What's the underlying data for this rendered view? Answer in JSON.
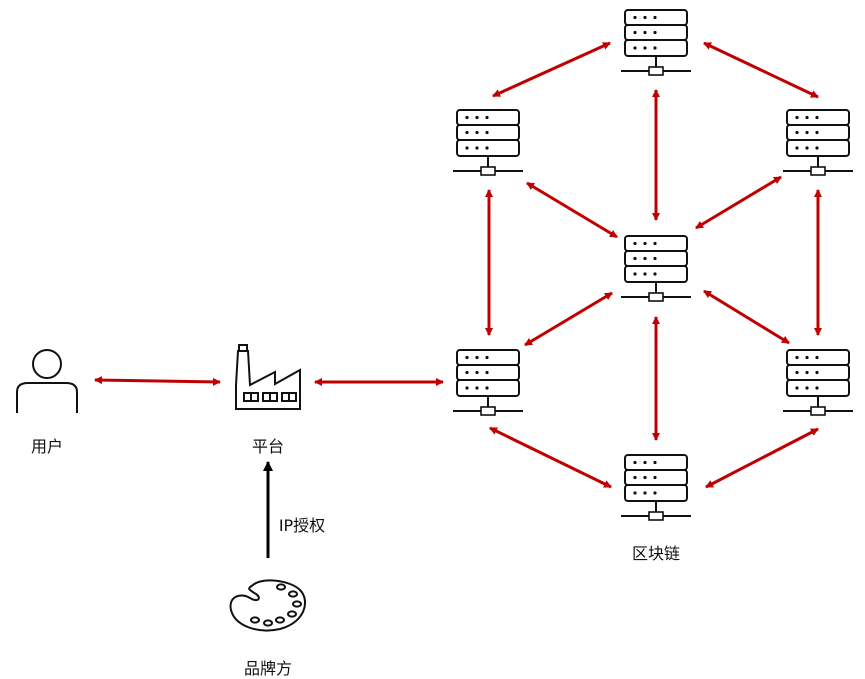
{
  "diagram": {
    "arrow_color": "#c00000",
    "auth_arrow_color": "#000000",
    "nodes": {
      "user": {
        "label": "用户",
        "icon": "person-icon"
      },
      "platform": {
        "label": "平台",
        "icon": "factory-icon"
      },
      "brand": {
        "label": "品牌方",
        "icon": "palette-icon"
      },
      "blockchain": {
        "label": "区块链",
        "icon": "server-icon"
      }
    },
    "auth_label": "IP授权",
    "servers": [
      "top",
      "upper-left",
      "upper-right",
      "center",
      "lower-left",
      "lower-right",
      "bottom"
    ],
    "connections": [
      {
        "from": "user",
        "to": "platform",
        "type": "bidirectional"
      },
      {
        "from": "platform",
        "to": "lower-left",
        "type": "bidirectional"
      },
      {
        "from": "brand",
        "to": "platform",
        "type": "directed",
        "label": "IP授权"
      },
      {
        "from": "upper-left",
        "to": "top",
        "type": "bidirectional"
      },
      {
        "from": "top",
        "to": "upper-right",
        "type": "bidirectional"
      },
      {
        "from": "top",
        "to": "center",
        "type": "bidirectional"
      },
      {
        "from": "upper-left",
        "to": "center",
        "type": "bidirectional"
      },
      {
        "from": "upper-right",
        "to": "center",
        "type": "bidirectional"
      },
      {
        "from": "upper-left",
        "to": "lower-left",
        "type": "bidirectional"
      },
      {
        "from": "upper-right",
        "to": "lower-right",
        "type": "bidirectional"
      },
      {
        "from": "center",
        "to": "lower-left",
        "type": "bidirectional"
      },
      {
        "from": "center",
        "to": "lower-right",
        "type": "bidirectional"
      },
      {
        "from": "center",
        "to": "bottom",
        "type": "bidirectional"
      },
      {
        "from": "lower-left",
        "to": "bottom",
        "type": "bidirectional"
      },
      {
        "from": "lower-right",
        "to": "bottom",
        "type": "bidirectional"
      }
    ]
  }
}
